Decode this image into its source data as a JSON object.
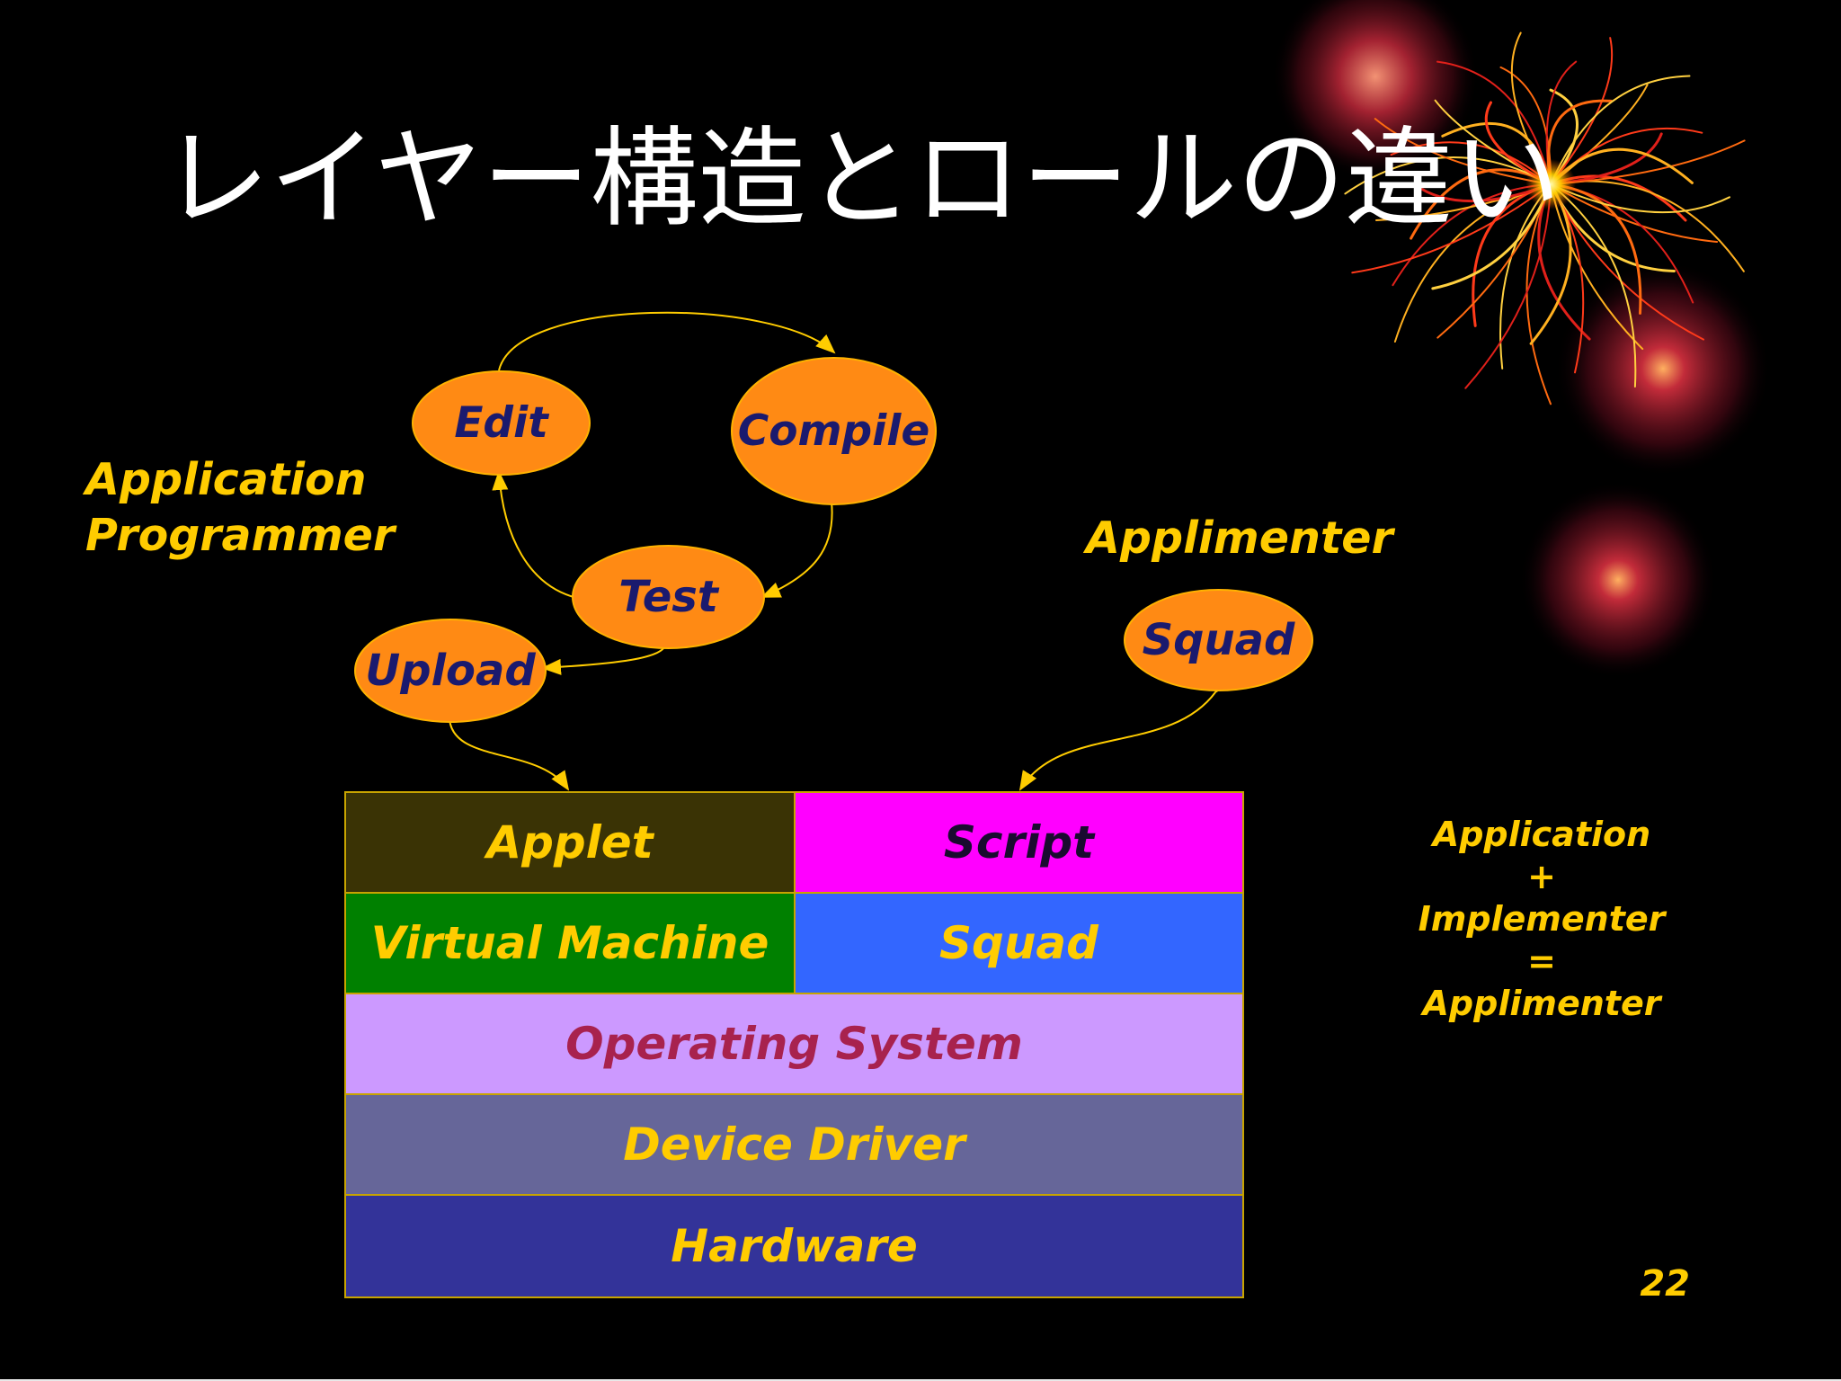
{
  "slide": {
    "title": "レイヤー構造とロールの違い",
    "page_number": "22"
  },
  "colors": {
    "background": "#000000",
    "node_fill": "#ff8a14",
    "node_text": "#1a1a6e",
    "label_text": "#ffcc00",
    "arrow": "#ffcc00",
    "applet": "#3a3305",
    "script": "#ff00ff",
    "virtual_machine": "#008000",
    "squad_layer": "#3366ff",
    "operating_system": "#cc99ff",
    "device_driver": "#666699",
    "hardware": "#333399"
  },
  "roles": {
    "programmer": [
      "Application",
      "Programmer"
    ],
    "applimenter": "Applimenter"
  },
  "cycle_nodes": {
    "edit": "Edit",
    "compile": "Compile",
    "test": "Test",
    "upload": "Upload",
    "squad": "Squad"
  },
  "layers": {
    "applet": "Applet",
    "script": "Script",
    "virtual_machine": "Virtual Machine",
    "squad": "Squad",
    "operating_system": "Operating System",
    "device_driver": "Device Driver",
    "hardware": "Hardware"
  },
  "equation": [
    "Application",
    "+",
    "Implementer",
    "=",
    "Applimenter"
  ],
  "decoration": {
    "icon": "fireworks-icon"
  }
}
